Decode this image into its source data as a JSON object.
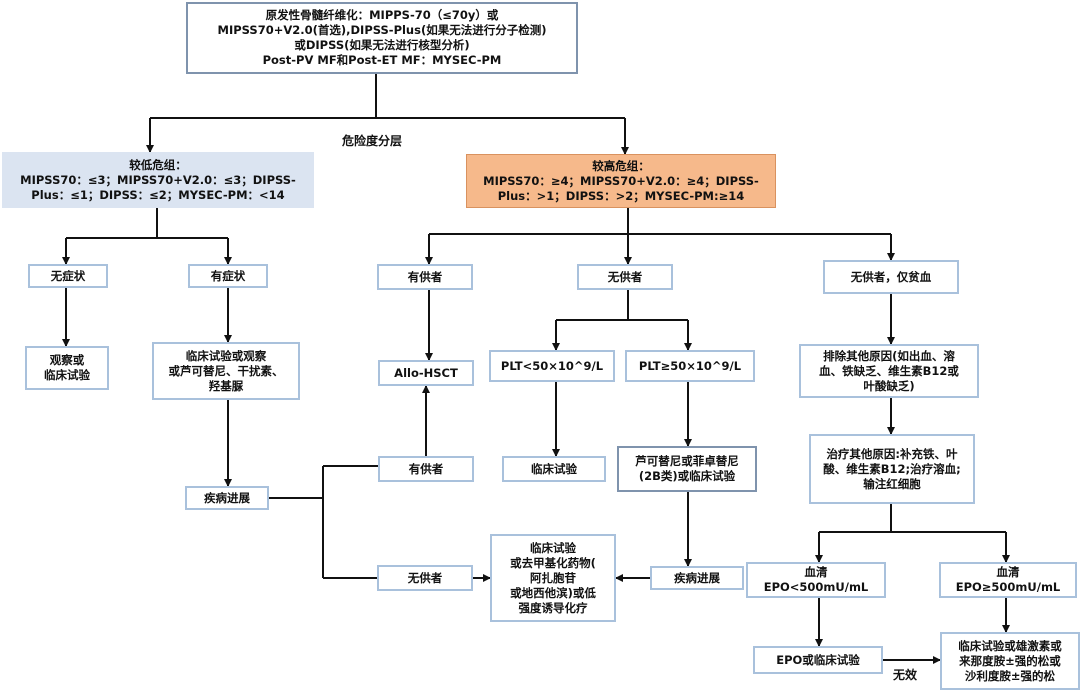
{
  "nodes": {
    "n_top": "原发性骨髓纤维化：MIPPS-70（≤70y）或\nMIPSS70+V2.0(首选),DIPSS-Plus(如果无法进行分子检测)\n或DIPSS(如果无法进行核型分析)\nPost-PV MF和Post-ET MF：MYSEC-PM",
    "n_low": "较低危组：\nMIPSS70：≤3；MIPSS70+V2.0：≤3；DIPSS-\nPlus：≤1；DIPSS：≤2；MYSEC-PM：<14",
    "n_high": "较高危组：\nMIPSS70：≥4；MIPSS70+V2.0：≥4；DIPSS-\nPlus：>1；DIPSS：>2；MYSEC-PM:≥14",
    "n_asym": "无症状",
    "n_sym": "有症状",
    "n_observe": "观察或\n临床试验",
    "n_trial_obs": "临床试验或观察\n或芦可替尼、干扰素、\n羟基脲",
    "n_progress1": "疾病进展",
    "n_donor1": "有供者",
    "n_nodonor1": "无供者",
    "n_anemia": "无供者，仅贫血",
    "n_hsct": "Allo-HSCT",
    "n_plt_low": "PLT<50×10^9/L",
    "n_plt_high": "PLT≥50×10^9/L",
    "n_exclude": "排除其他原因(如出血、溶\n血、铁缺乏、维生素B12或\n叶酸缺乏)",
    "n_donor2": "有供者",
    "n_trial1": "临床试验",
    "n_ruxo": "芦可替尼或菲卓替尼\n(2B类)或临床试验",
    "n_treat_other": "治疗其他原因:补充铁、叶\n酸、维生素B12;治疗溶血;\n输注红细胞",
    "n_nodonor2": "无供者",
    "n_hma": "临床试验\n或去甲基化药物(\n阿扎胞苷\n或地西他滨)或低\n强度诱导化疗",
    "n_progress2": "疾病进展",
    "n_epo_low": "血清\nEPO<500mU/mL",
    "n_epo_high": "血清\nEPO≥500mU/mL",
    "n_epo_trial": "EPO或临床试验",
    "n_androgen": "临床试验或雄激素或\n来那度胺±强的松或\n沙利度胺±强的松"
  },
  "labels": {
    "risk": "危险度分层",
    "ineffective": "无效"
  },
  "colors": {
    "box_border": "#a9c1dc",
    "low_risk_fill": "#dbe4f1",
    "high_risk_fill": "#f6b98b",
    "line": "#111111"
  }
}
